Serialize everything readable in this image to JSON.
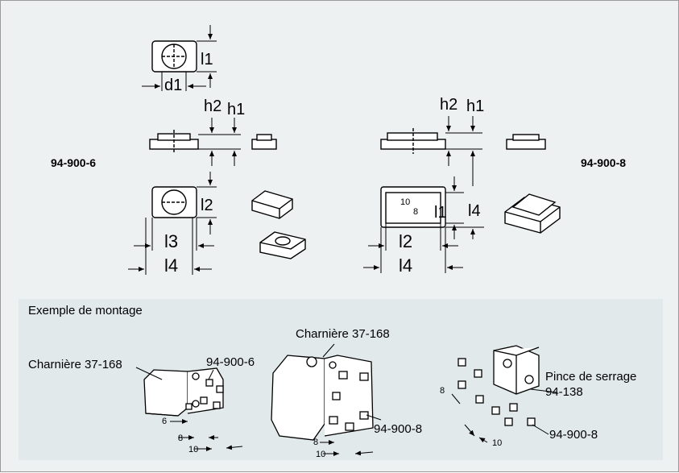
{
  "drawing": {
    "top_labels": {
      "part_left": "94-900-6",
      "part_right": "94-900-8"
    },
    "dimensions": {
      "l1": "l1",
      "d1": "d1",
      "h2": "h2",
      "h1": "h1",
      "l2": "l2",
      "l3": "l3",
      "l4": "l4"
    },
    "part_markings": {
      "ten": "10",
      "eight": "8"
    },
    "mounting": {
      "title": "Exemple de montage",
      "hinge_left": "Charnière 37-168",
      "hinge_center": "Charnière 37-168",
      "part_6": "94-900-6",
      "part_8_center": "94-900-8",
      "clamp_line1": "Pince de serrage",
      "clamp_line2": "94-138",
      "part_8_right": "94-900-8",
      "dim_6": "6",
      "dim_8": "8",
      "dim_10": "10"
    }
  }
}
